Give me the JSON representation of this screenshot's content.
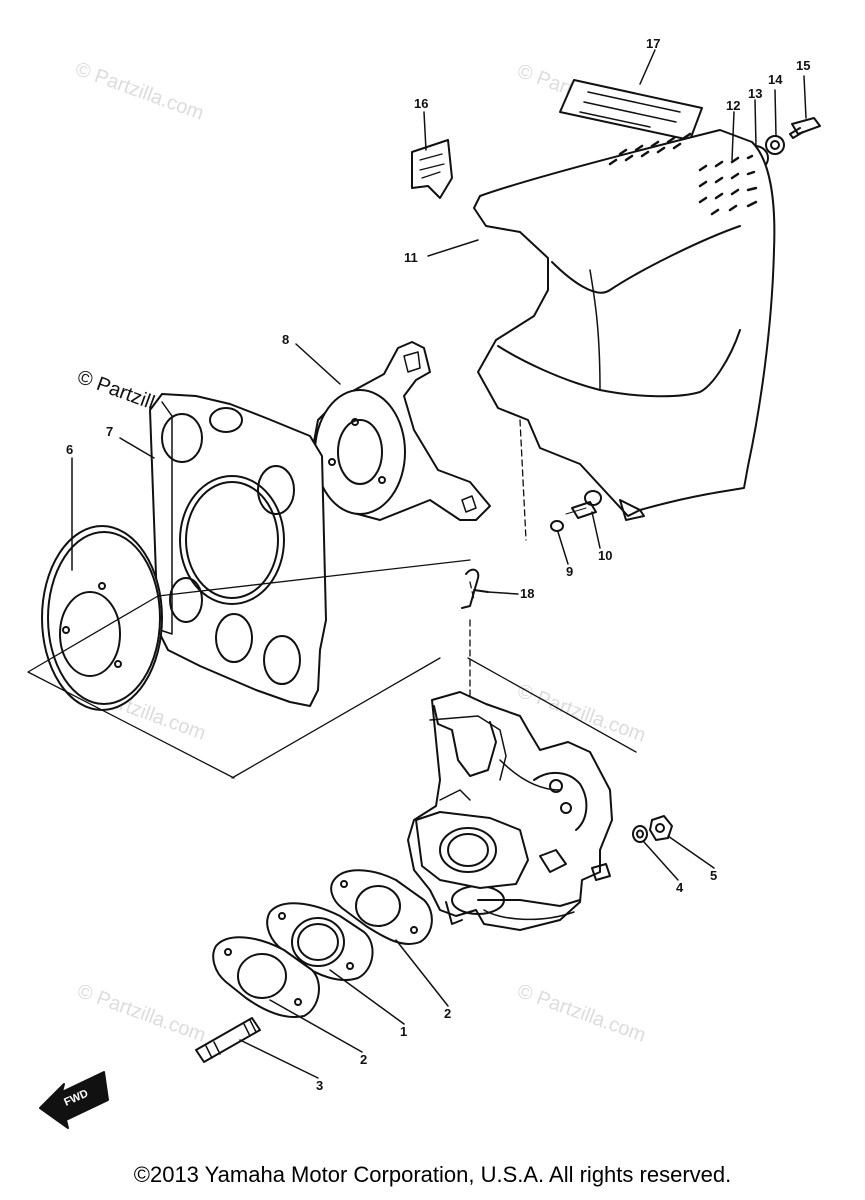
{
  "watermark": {
    "text": "© Partzilla.com"
  },
  "callouts": {
    "c1": "1",
    "c2a": "2",
    "c2b": "2",
    "c3": "3",
    "c4": "4",
    "c5": "5",
    "c6": "6",
    "c7": "7",
    "c8": "8",
    "c9": "9",
    "c10": "10",
    "c11": "11",
    "c12": "12",
    "c13": "13",
    "c14": "14",
    "c15": "15",
    "c16": "16",
    "c17": "17",
    "c18": "18"
  },
  "direction_marker": {
    "label": "FWD",
    "icon": "forward-arrow-icon"
  },
  "footer": {
    "copyright": "©2013  Yamaha Motor Corporation, U.S.A. All rights reserved."
  },
  "colors": {
    "line": "#111111",
    "watermark": "#dcdcdc",
    "background": "#ffffff"
  }
}
